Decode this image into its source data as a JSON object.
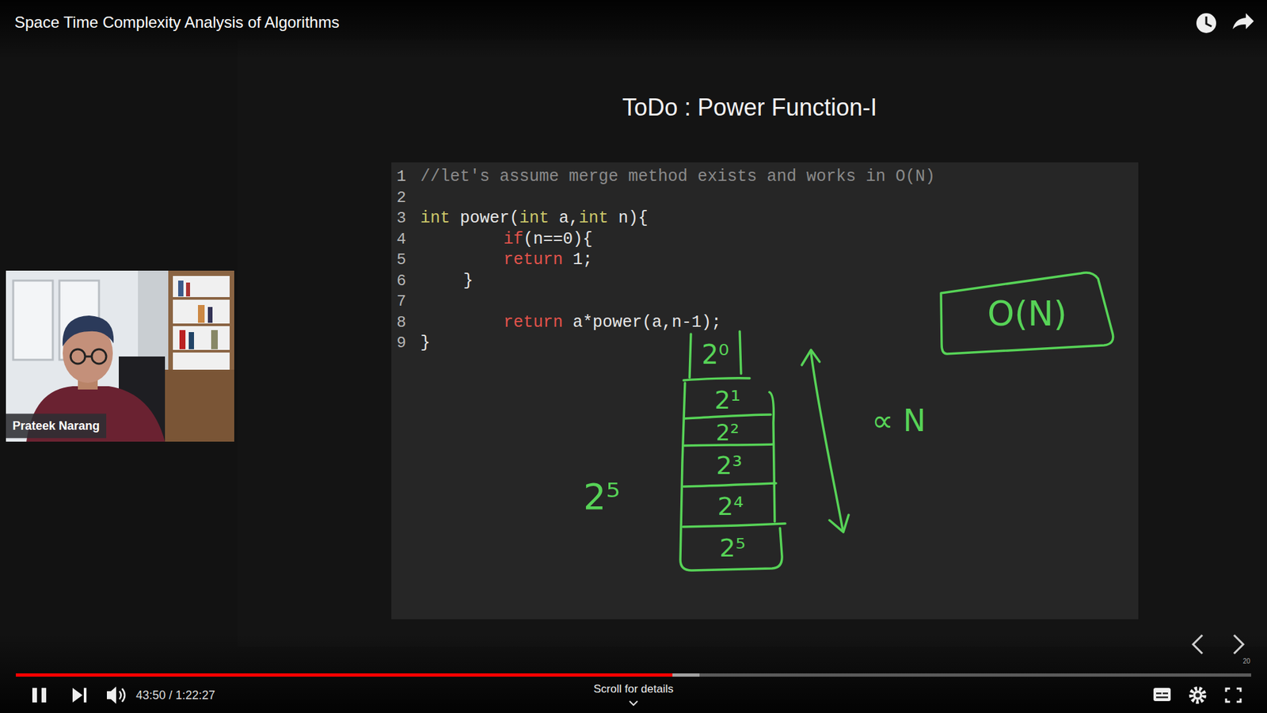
{
  "diagram": {
    "title": "ToDo : Power Function-I",
    "nodes": [
      {
        "text": [
          "O(N)"
        ]
      },
      {
        "text": [
          "2⁰"
        ]
      },
      {
        "text": [
          "2¹"
        ]
      },
      {
        "text": [
          "2²"
        ]
      },
      {
        "text": [
          "2³"
        ]
      },
      {
        "text": [
          "2⁴"
        ]
      },
      {
        "text": [
          "2⁵"
        ]
      }
    ],
    "labels": [
      "Space Time Complexity Analysis of Algorithms",
      "1",
      "//let's assume merge method exists and works in O(N)",
      "2",
      "3",
      "int power(int a,int n){",
      "4",
      "if(n==0){",
      "5",
      "return 1;",
      "6",
      "}",
      "7",
      "8",
      "return a*power(a,n-1);",
      "9",
      "}",
      "2⁵",
      "∝ N",
      "Prateek Narang",
      "43:50 / 1:22:27",
      "Scroll for details",
      "20"
    ]
  }
}
